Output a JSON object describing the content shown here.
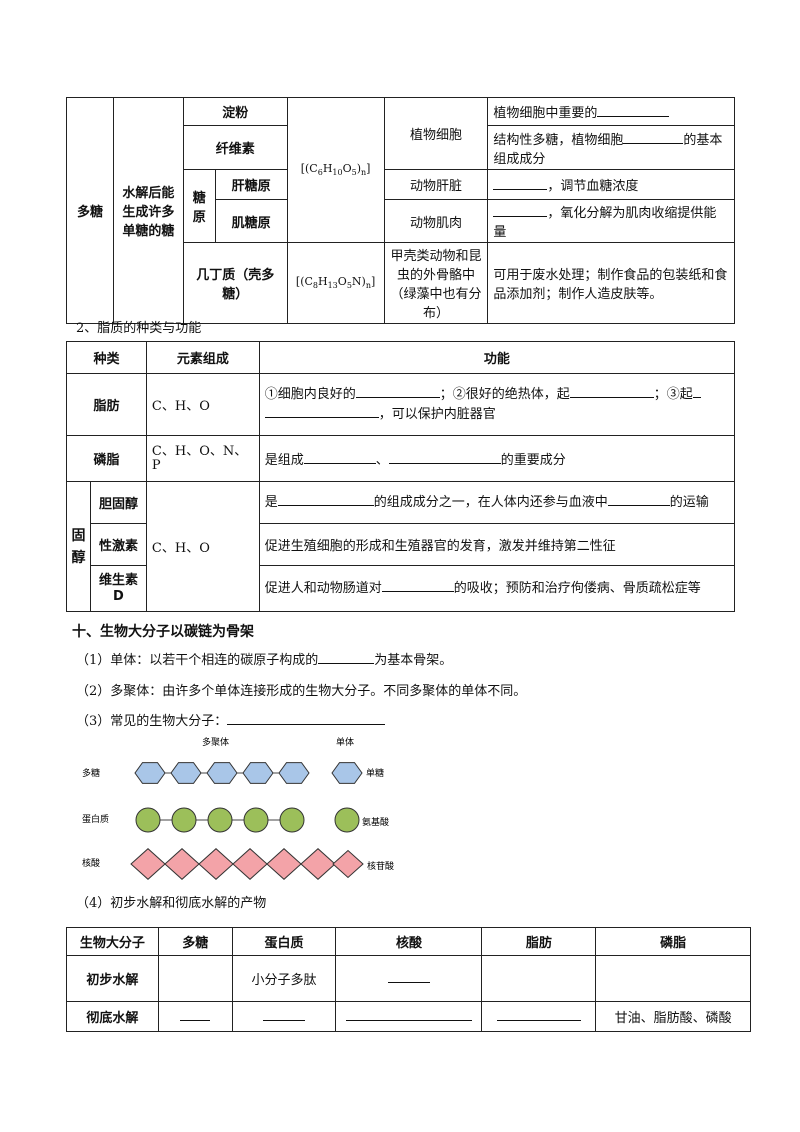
{
  "polysaccharides": {
    "category": "多糖",
    "desc": "水解后能生成许多单糖的糖",
    "glycogen_group": "糖原",
    "starch": "淀粉",
    "cellulose": "纤维素",
    "liver_glycogen": "肝糖原",
    "muscle_glycogen": "肌糖原",
    "chitin": "几丁质（壳多糖）",
    "formula_a": "[(C6H10O5)n]",
    "formula_b": "[(C8H13O5N)n]",
    "loc_plant": "植物细胞",
    "loc_liver": "动物肝脏",
    "loc_muscle": "动物肌肉",
    "loc_chitin": "甲壳类动物和昆虫的外骨骼中（绿藻中也有分布）",
    "func_starch": "植物细胞中重要的",
    "func_cellulose_a": "结构性多糖，植物细胞",
    "func_cellulose_b": "的基本组成成分",
    "func_liver": "，调节血糖浓度",
    "func_muscle": "，氧化分解为肌肉收缩提供能量",
    "func_chitin": "可用于废水处理；制作食品的包装纸和食品添加剂；制作人造皮肤等。"
  },
  "lipid_title": "2、脂质的种类与功能",
  "lipids": {
    "h_type": "种类",
    "h_elements": "元素组成",
    "h_function": "功能",
    "fat": "脂肪",
    "fat_el": "C、H、O",
    "fat_f1": "①细胞内良好的",
    "fat_f2": "；②很好的绝热体，起",
    "fat_f3": "；③起",
    "fat_f4": "，可以保护内脏器官",
    "phospholipid": "磷脂",
    "phos_el": "C、H、O、N、P",
    "phos_f1": "是组成",
    "phos_f2": "、",
    "phos_f3": "的重要成分",
    "sterol": "固醇",
    "cholesterol": "胆固醇",
    "sex_hormone": "性激素",
    "vitamin_d": "维生素D",
    "sterol_el": "C、H、O",
    "chol_f1": "是",
    "chol_f2": "的组成成分之一，在人体内还参与血液中",
    "chol_f3": "的运输",
    "sex_f": "促进生殖细胞的形成和生殖器官的发育，激发并维持第二性征",
    "vd_f1": "促进人和动物肠道对",
    "vd_f2": "的吸收；预防和治疗佝偻病、骨质疏松症等"
  },
  "section10": {
    "heading": "十、生物大分子以碳链为骨架",
    "p1a": "（1）单体：以若干个相连的碳原子构成的",
    "p1b": "为基本骨架。",
    "p2": "（2）多聚体：由许多个单体连接形成的生物大分子。不同多聚体的单体不同。",
    "p3": "（3）常见的生物大分子：",
    "p4": "（4）初步水解和彻底水解的产物"
  },
  "diagram": {
    "col_polymer": "多聚体",
    "col_monomer": "单体",
    "rows": [
      {
        "label": "多糖",
        "monomer": "单糖",
        "color": "#a9c6e8"
      },
      {
        "label": "蛋白质",
        "monomer": "氨基酸",
        "color": "#9cbf5a"
      },
      {
        "label": "核酸",
        "monomer": "核苷酸",
        "color": "#f3a3a8"
      }
    ]
  },
  "hydrolysis": {
    "headers": [
      "生物大分子",
      "多糖",
      "蛋白质",
      "核酸",
      "脂肪",
      "磷脂"
    ],
    "row1_label": "初步水解",
    "row1_protein": "小分子多肽",
    "row2_label": "彻底水解",
    "row2_phospholipid": "甘油、脂肪酸、磷酸"
  }
}
